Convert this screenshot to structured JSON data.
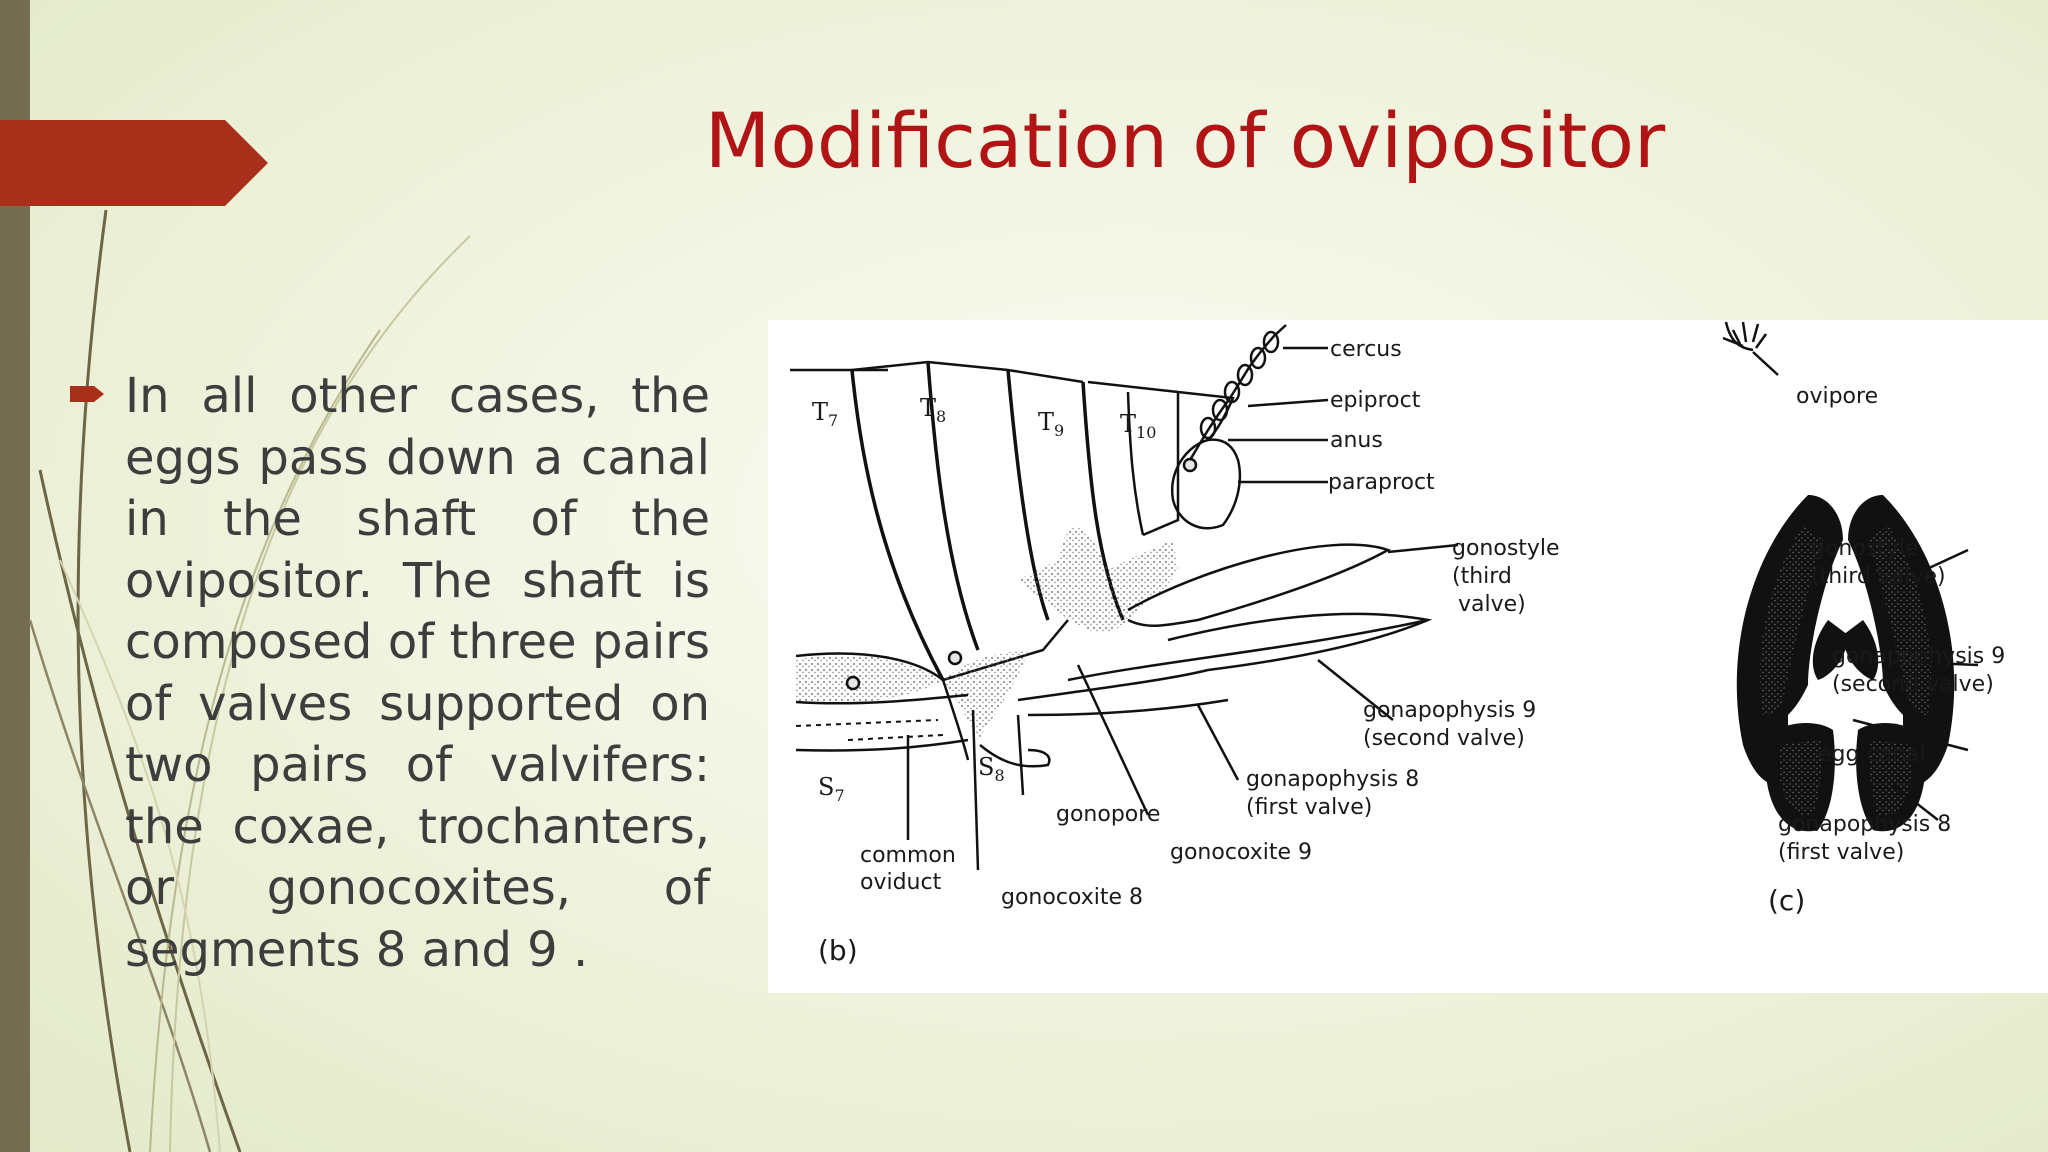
{
  "slide": {
    "title": "Modification of ovipositor",
    "bullet_text": "In all other cases, the eggs pass down a canal in the shaft of the ovipositor. The shaft is composed of three pairs of valves supported on two pairs of valvifers: the coxae, trochanters, or gonocoxites, of segments 8 and 9 .",
    "colors": {
      "title": "#b01414",
      "accent": "#a8301a",
      "sidebar": "#756d52",
      "body_text": "#3d3d3d"
    }
  },
  "figure": {
    "panel_b": {
      "segment_labels": {
        "t7": "T",
        "t7_sub": "7",
        "t8": "T",
        "t8_sub": "8",
        "t9": "T",
        "t9_sub": "9",
        "t10": "T",
        "t10_sub": "10",
        "s7": "S",
        "s7_sub": "7",
        "s8": "S",
        "s8_sub": "8"
      },
      "labels": {
        "cercus": "cercus",
        "epiproct": "epiproct",
        "anus": "anus",
        "paraproct": "paraproct",
        "gonostyle_1": "gonostyle",
        "gonostyle_2": "(third",
        "gonostyle_3": "valve)",
        "gonapophysis9_1": "gonapophysis 9",
        "gonapophysis9_2": "(second valve)",
        "gonapophysis8_1": "gonapophysis 8",
        "gonapophysis8_2": "(first valve)",
        "gonocoxite9": "gonocoxite 9",
        "gonopore": "gonopore",
        "gonocoxite8": "gonocoxite 8",
        "common_oviduct_1": "common",
        "common_oviduct_2": "oviduct"
      },
      "panel_label": "(b)"
    },
    "panel_c": {
      "labels": {
        "ovipore": "ovipore",
        "gonostyle_1": "gonostyle",
        "gonostyle_2": "(third valve)",
        "gonapophysis9_1": "gonapophysis 9",
        "gonapophysis9_2": "(second valve)",
        "egg_canal": "egg canal",
        "gonapophysis8_1": "gonapophysis 8",
        "gonapophysis8_2": "(first valve)"
      },
      "panel_label": "(c)"
    }
  }
}
